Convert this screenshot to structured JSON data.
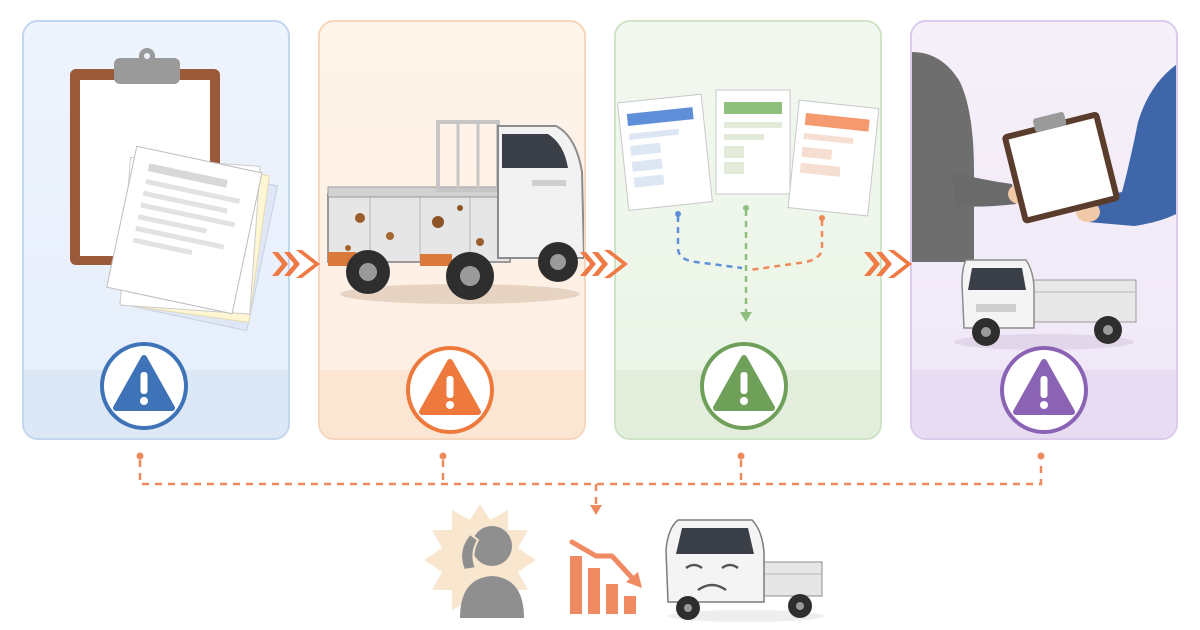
{
  "diagram": {
    "stages": [
      {
        "id": "documents",
        "icon": "clipboard-icon",
        "warning_color": "#3f73b8",
        "card_color": "#e5eefb"
      },
      {
        "id": "old-truck",
        "icon": "rusty-kei-truck-icon",
        "warning_color": "#ed7a3c",
        "card_color": "#fdeee2"
      },
      {
        "id": "quotes",
        "icon": "quote-documents-icon",
        "warning_color": "#6fa05a",
        "card_color": "#ebf4e7"
      },
      {
        "id": "handover",
        "icon": "handshake-clipboard-icon",
        "warning_color": "#8a63b4",
        "card_color": "#efe7f6"
      }
    ],
    "connector_color": "#ee8a5d",
    "arrow_color": "#f07a45",
    "outcome": {
      "icons": [
        "worried-person-icon",
        "declining-chart-icon",
        "sad-truck-icon"
      ],
      "burst_color": "#f9e6cf",
      "person_color": "#8f8f8f",
      "chart_color": "#ef8a62"
    }
  }
}
